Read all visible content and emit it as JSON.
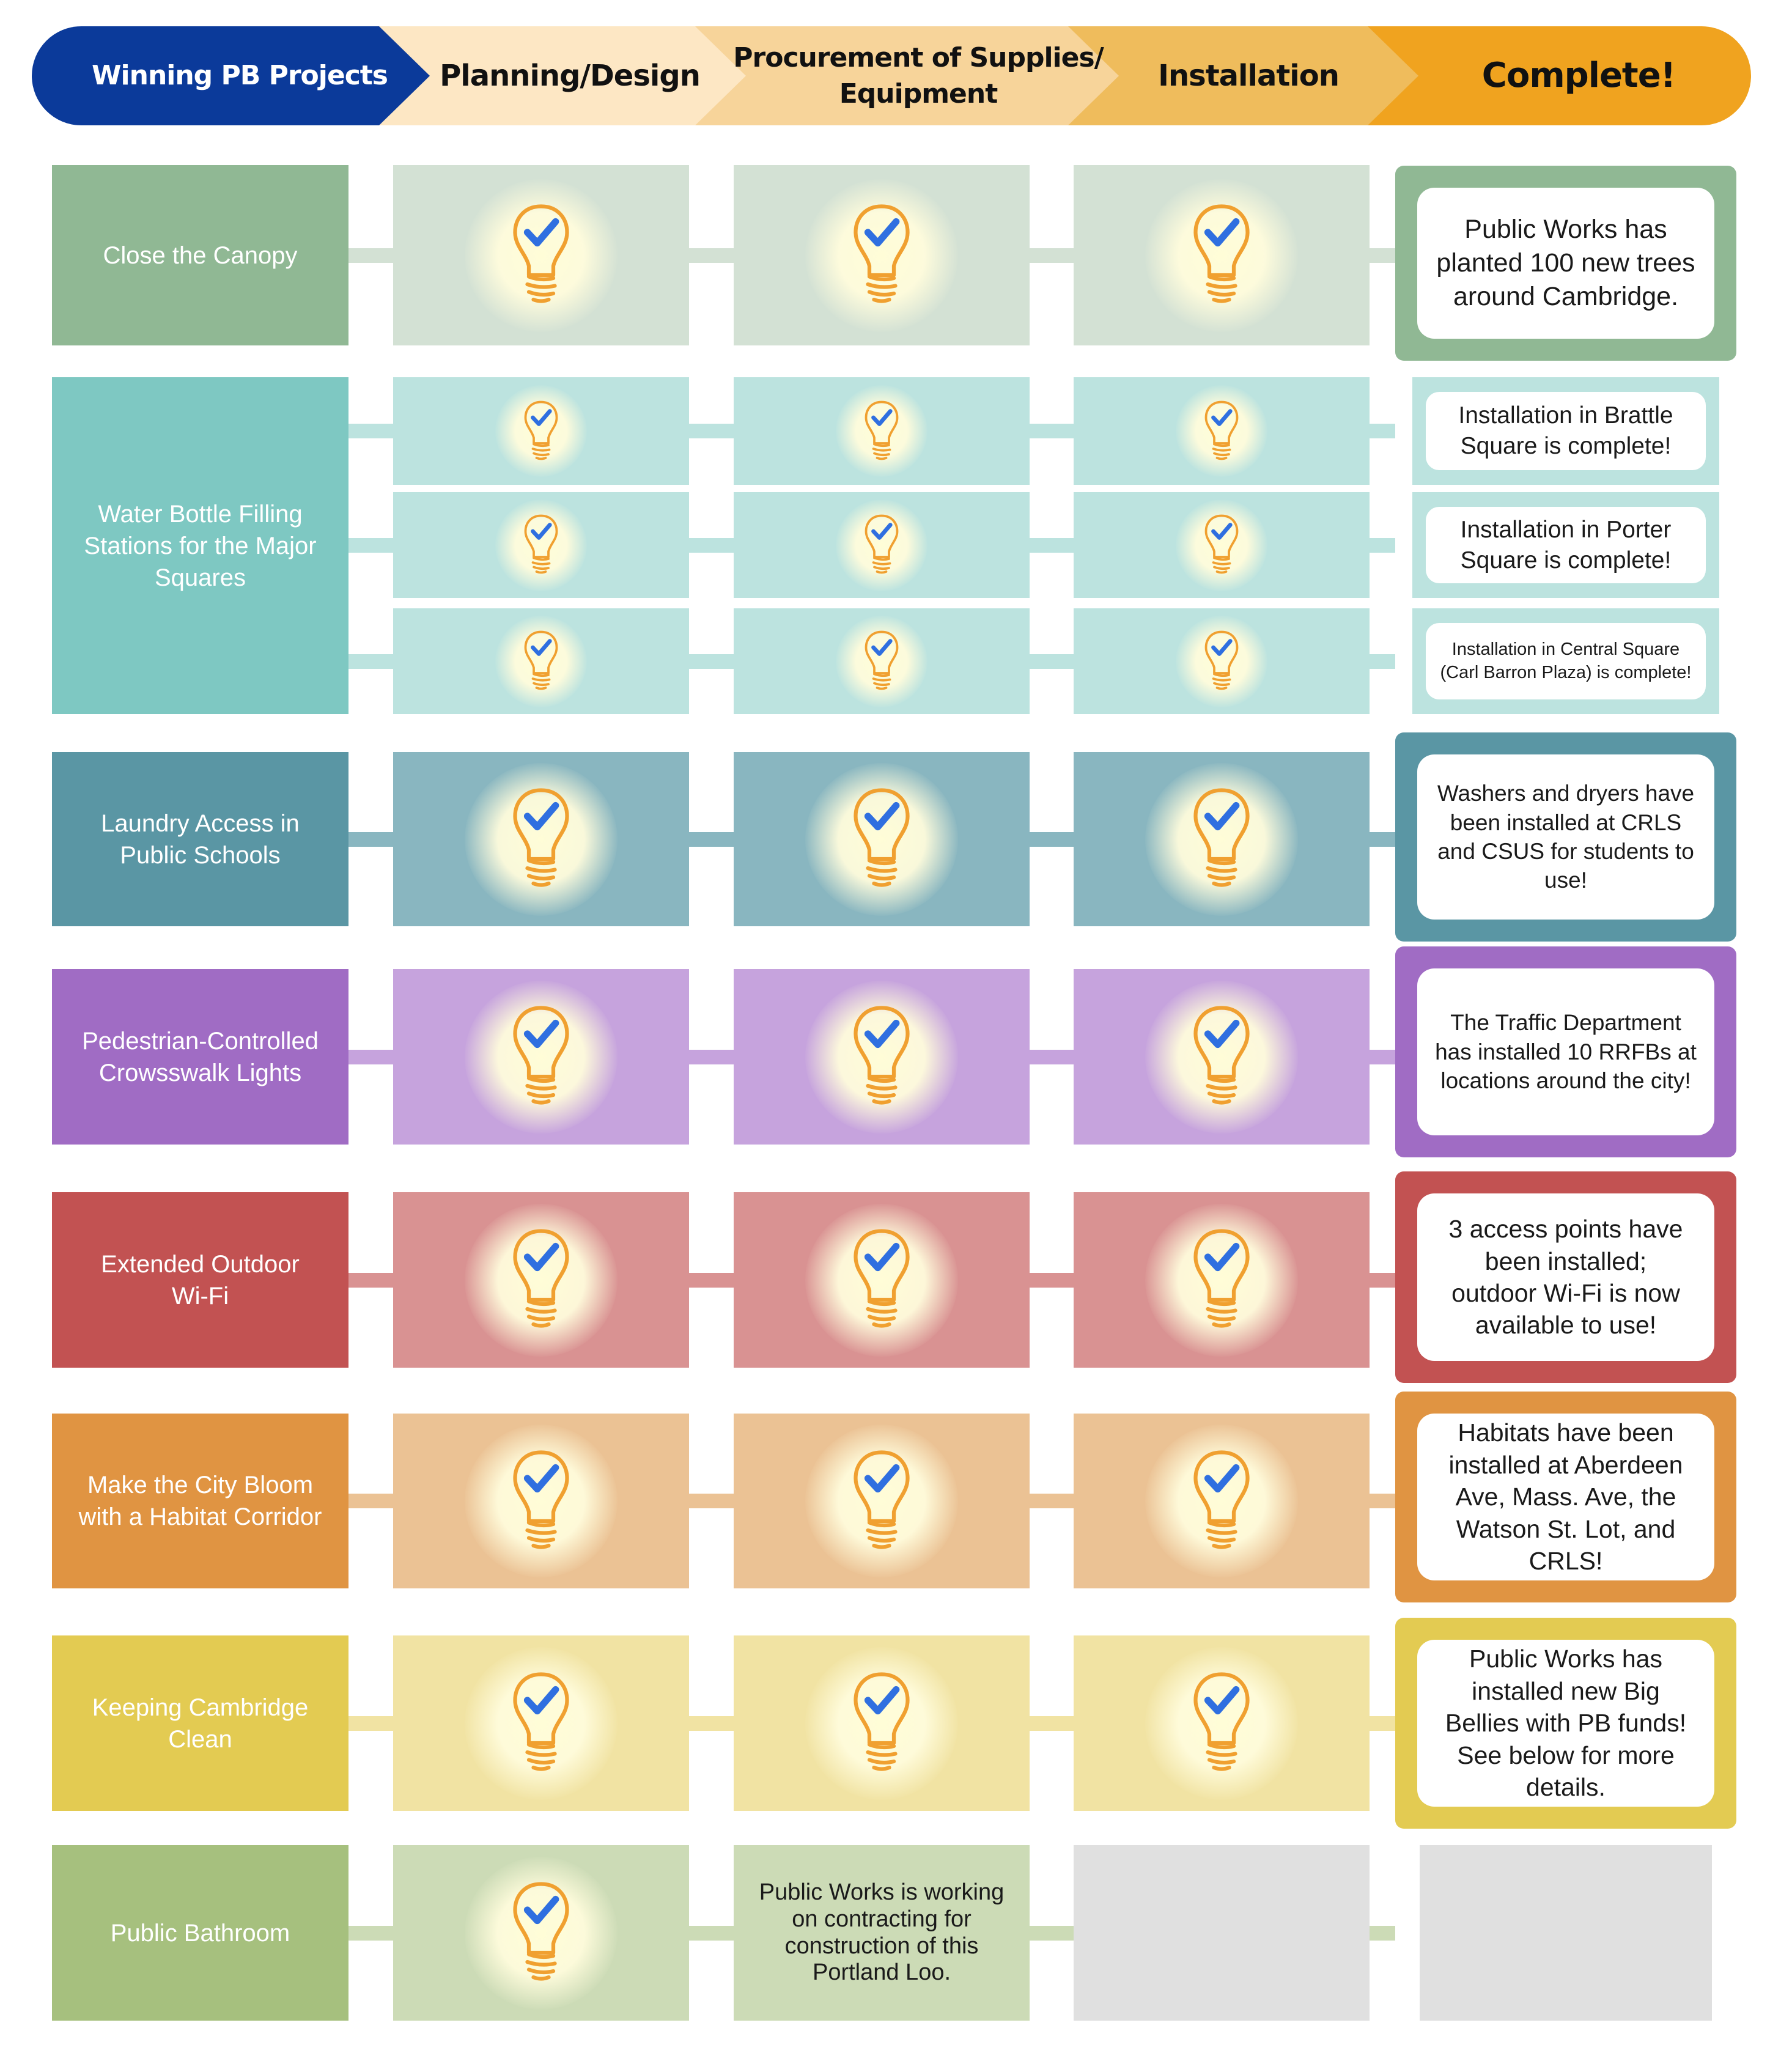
{
  "header": {
    "stages": [
      {
        "label": "Winning PB Projects",
        "color": "#0b3a9a",
        "text_color": "#ffffff"
      },
      {
        "label": "Planning/Design",
        "color": "#fde7c4",
        "text_color": "#111111"
      },
      {
        "label": "Procurement of Supplies/\nEquipment",
        "color": "#f7d49a",
        "text_color": "#111111"
      },
      {
        "label": "Installation",
        "color": "#efbc5c",
        "text_color": "#111111"
      },
      {
        "label": "Complete!",
        "color": "#f0a31f",
        "text_color": "#111111"
      }
    ]
  },
  "projects": [
    {
      "name": "Close the Canopy",
      "color": "#90b894",
      "light_color": "#d3e1d4",
      "rows": [
        {
          "planning": "done",
          "procurement": "done",
          "installation": "done",
          "complete": "Public Works has\nplanted 100 new trees\naround Cambridge."
        }
      ]
    },
    {
      "name": "Water Bottle Filling\nStations for the Major\nSquares",
      "color": "#7ec8c2",
      "light_color": "#bce3df",
      "rows": [
        {
          "planning": "done",
          "procurement": "done",
          "installation": "done",
          "complete": "Installation in Brattle\nSquare is complete!"
        },
        {
          "planning": "done",
          "procurement": "done",
          "installation": "done",
          "complete": "Installation in Porter\nSquare is complete!"
        },
        {
          "planning": "done",
          "procurement": "done",
          "installation": "done",
          "complete": "Installation in Central Square\n(Carl Barron Plaza) is complete!"
        }
      ]
    },
    {
      "name": "Laundry Access in\nPublic Schools",
      "color": "#5a96a4",
      "light_color": "#89b6c0",
      "rows": [
        {
          "planning": "done",
          "procurement": "done",
          "installation": "done",
          "complete": "Washers and dryers have\nbeen installed at CRLS\nand CSUS for students to\nuse!"
        }
      ]
    },
    {
      "name": "Pedestrian-Controlled\nCrowsswalk Lights",
      "color": "#a06cc4",
      "light_color": "#c6a3dd",
      "rows": [
        {
          "planning": "done",
          "procurement": "done",
          "installation": "done",
          "complete": "The Traffic Department\nhas installed 10 RRFBs at\nlocations around the city!"
        }
      ]
    },
    {
      "name": "Extended Outdoor\nWi-Fi",
      "color": "#c25252",
      "light_color": "#d99292",
      "rows": [
        {
          "planning": "done",
          "procurement": "done",
          "installation": "done",
          "complete": "3 access points have\nbeen installed;\noutdoor Wi-Fi is now\navailable to use!"
        }
      ]
    },
    {
      "name": "Make the City Bloom\nwith a Habitat Corridor",
      "color": "#e09442",
      "light_color": "#ebc294",
      "rows": [
        {
          "planning": "done",
          "procurement": "done",
          "installation": "done",
          "complete": "Habitats have been\ninstalled at Aberdeen\nAve, Mass. Ave, the\nWatson St. Lot, and\nCRLS!"
        }
      ]
    },
    {
      "name": "Keeping Cambridge\nClean",
      "color": "#e3cb52",
      "light_color": "#f1e3a3",
      "rows": [
        {
          "planning": "done",
          "procurement": "done",
          "installation": "done",
          "complete": "Public Works has\ninstalled new Big\nBellies with PB funds!\nSee below for more\ndetails."
        }
      ]
    },
    {
      "name": "Public Bathroom",
      "color": "#a6c07e",
      "light_color": "#ccdbb6",
      "rows": [
        {
          "planning": "done",
          "procurement": "Public Works is working\non contracting for\nconstruction of this\nPortland Loo.",
          "installation": "",
          "complete": ""
        }
      ]
    }
  ],
  "icons": {
    "stage_done": "lightbulb-check-icon",
    "bulb_color": "#f0a030",
    "check_color": "#2f6fe0",
    "empty_color": "#e0e0e0"
  }
}
